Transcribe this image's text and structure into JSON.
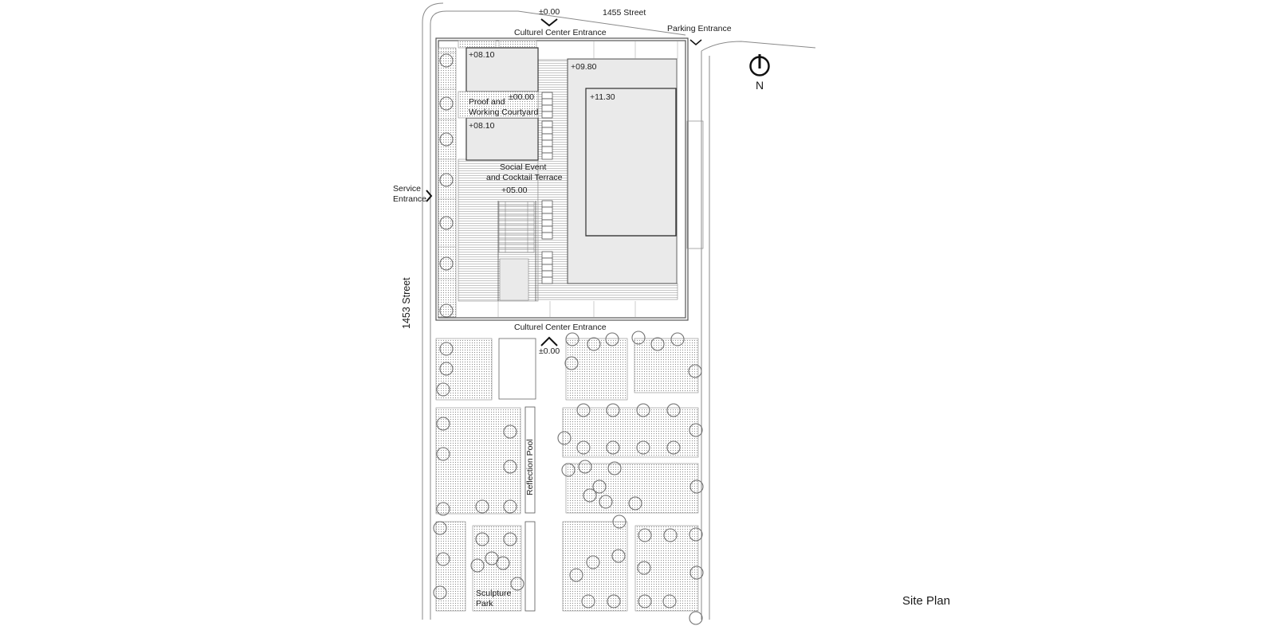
{
  "labels": {
    "level_top": "±0.00",
    "street_north": "1455 Street",
    "entrance_north": "Culturel Center Entrance",
    "parking_entrance": "Parking Entrance",
    "north": "N",
    "level_a": "+08.10",
    "level_b": "+09.80",
    "level_c": "±00.00",
    "level_d": "+11.30",
    "courtyard_1": "Proof and",
    "courtyard_2": "Working Courtyard",
    "level_e": "+08.10",
    "terrace_1": "Social Event",
    "terrace_2": "and Cocktail Terrace",
    "level_f": "+05.00",
    "service_1": "Service",
    "service_2": "Entrance",
    "street_west": "1453 Street",
    "entrance_south": "Culturel Center Entrance",
    "level_bottom": "±0.00",
    "reflection_pool": "Reflection Pool",
    "sculpture_1": "Sculpture",
    "sculpture_2": "Park",
    "sheet_title": "Site Plan"
  },
  "colors": {
    "line": "#6e6e6e",
    "hatch": "#9a9a9a",
    "tree": "#707070"
  }
}
